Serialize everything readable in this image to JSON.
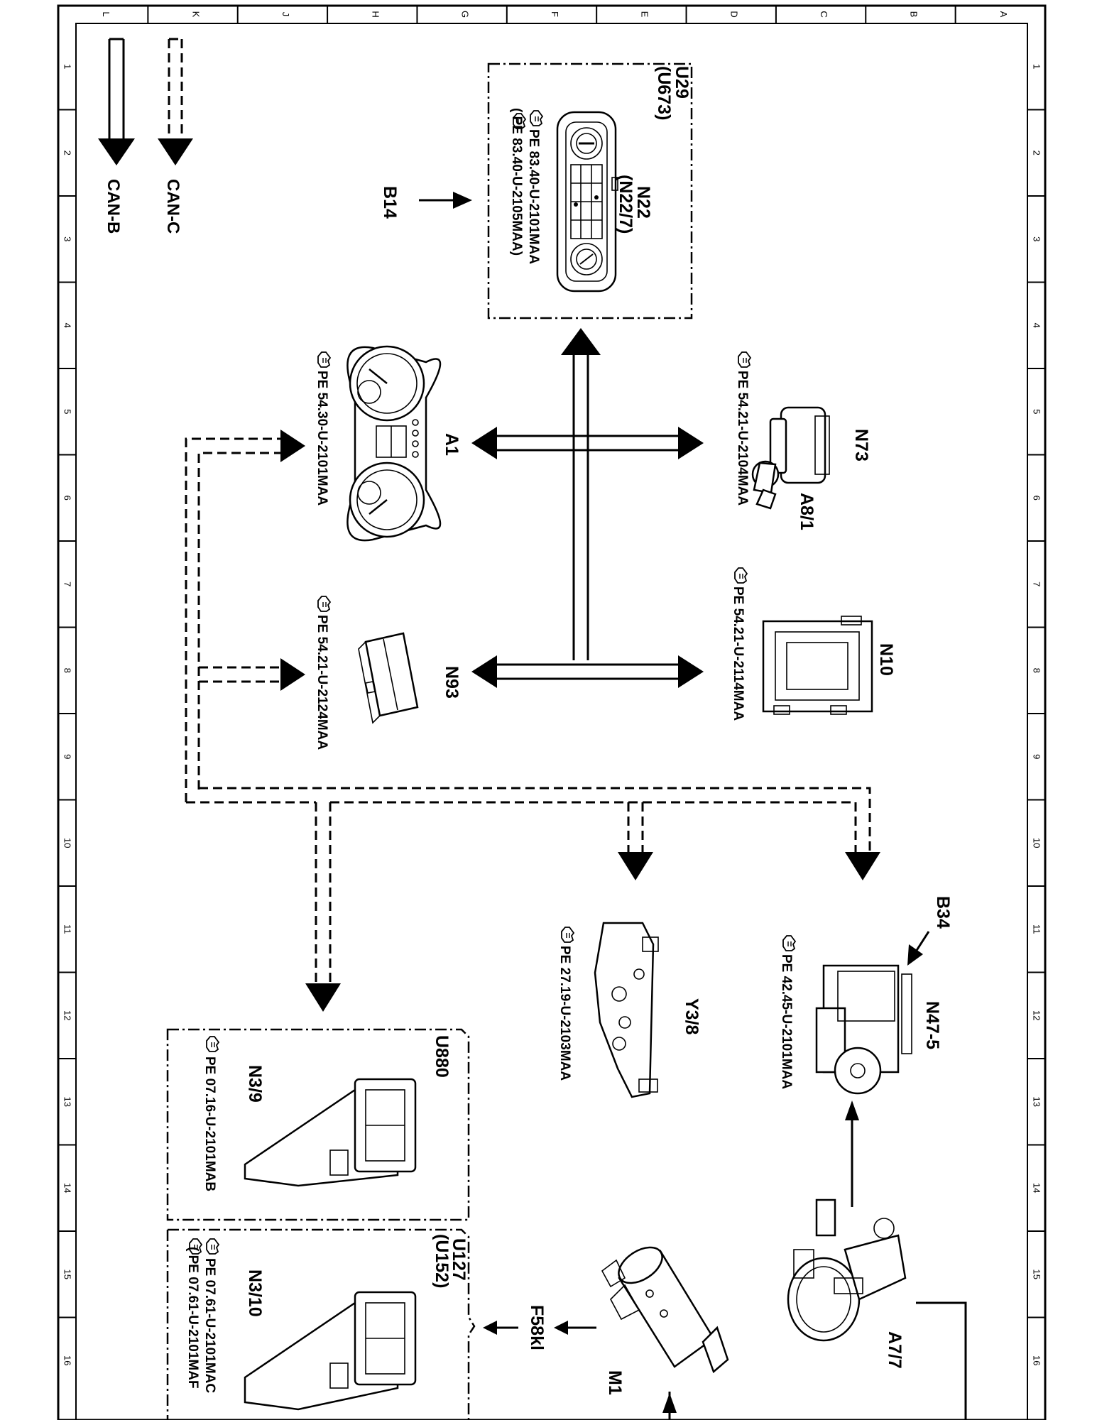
{
  "grid": {
    "letters": [
      "L",
      "K",
      "J",
      "H",
      "G",
      "F",
      "E",
      "D",
      "C",
      "B",
      "A"
    ],
    "numbers": [
      "1",
      "2",
      "3",
      "4",
      "5",
      "6",
      "7",
      "8",
      "9",
      "10",
      "11",
      "12",
      "13",
      "14",
      "15",
      "16"
    ]
  },
  "legend": {
    "can_c": "CAN-C",
    "can_b": "CAN-B"
  },
  "groups": {
    "u29": [
      "U29",
      "(U673)"
    ],
    "u880": "U880",
    "u127": [
      "U127",
      "(U152)"
    ]
  },
  "components": {
    "n22": [
      "N22",
      "(N22/7)"
    ],
    "b14": "B14",
    "n73": "N73",
    "a8_1": "A8/1",
    "a1": "A1",
    "n10": "N10",
    "n93": "N93",
    "b34": "B34",
    "n47_5": "N47-5",
    "y3_8": "Y3/8",
    "n3_9": "N3/9",
    "n3_10": "N3/10",
    "a7_7": "A7/7",
    "m1": "M1",
    "f58kl": "F58kl"
  },
  "refs": {
    "n22": [
      "PE  83.40-U-2101MAA",
      "(  PE  83.40-U-2105MAA)"
    ],
    "n73": "PE  54.21-U-2104MAA",
    "a1": "PE  54.30-U-2101MAA",
    "n10": "PE  54.21-U-2114MAA",
    "n93": "PE  54.21-U-2124MAA",
    "n47_5": "PE  42.45-U-2101MAA",
    "y3_8": "PE  27.19-U-2103MAA",
    "n3_9": "PE  07.16-U-2101MAB",
    "n3_10": [
      "PE  07.61-U-2101MAC",
      "(  PE  07.61-U-2101MAF"
    ]
  }
}
